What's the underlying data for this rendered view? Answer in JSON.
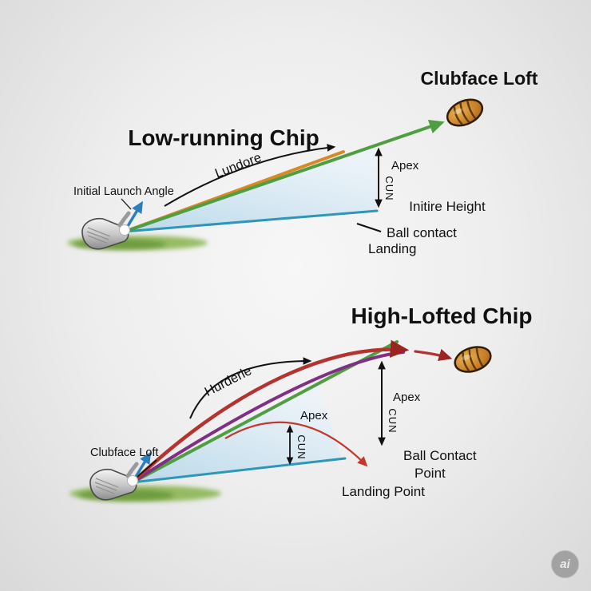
{
  "badge": {
    "label": "ai"
  },
  "colors": {
    "green": "#4f9e42",
    "orange": "#d98826",
    "baseline_blue": "#2e96b8",
    "crimson": "#b5332e",
    "purple": "#7f2f84",
    "thin_red": "#c4372c",
    "launch_blue": "#2a7fbf"
  },
  "top": {
    "title": "Low-running Chip",
    "clubface_loft": "Clubface Loft",
    "trajectory_label": "Lundore",
    "initial_launch_angle": "Initial Launch Angle",
    "apex": "Apex",
    "apex_vertical": "CUN",
    "initire_height": "Initire Height",
    "ball_contact": "Ball contact",
    "landing": "Landing"
  },
  "bottom": {
    "title": "High-Lofted Chip",
    "trajectory_label": "Hurderle",
    "clubface_loft": "Clubface Loft",
    "apex_small": "Apex",
    "apex_small_vertical": "CUN",
    "apex_large": "Apex",
    "apex_large_vertical": "CUN",
    "ball_contact_line1": "Ball Contact",
    "ball_contact_line2": "Point",
    "landing_point": "Landing Point"
  }
}
